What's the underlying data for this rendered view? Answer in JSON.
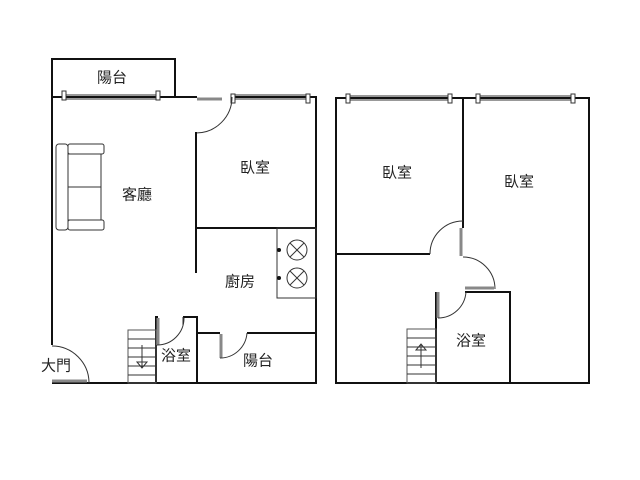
{
  "floor1": {
    "balcony_top": "陽台",
    "living_room": "客廳",
    "bedroom": "臥室",
    "kitchen": "廚房",
    "bathroom": "浴室",
    "balcony_bottom": "陽台",
    "main_door": "大門"
  },
  "floor2": {
    "bedroom_left": "臥室",
    "bedroom_right": "臥室",
    "bathroom": "浴室"
  }
}
